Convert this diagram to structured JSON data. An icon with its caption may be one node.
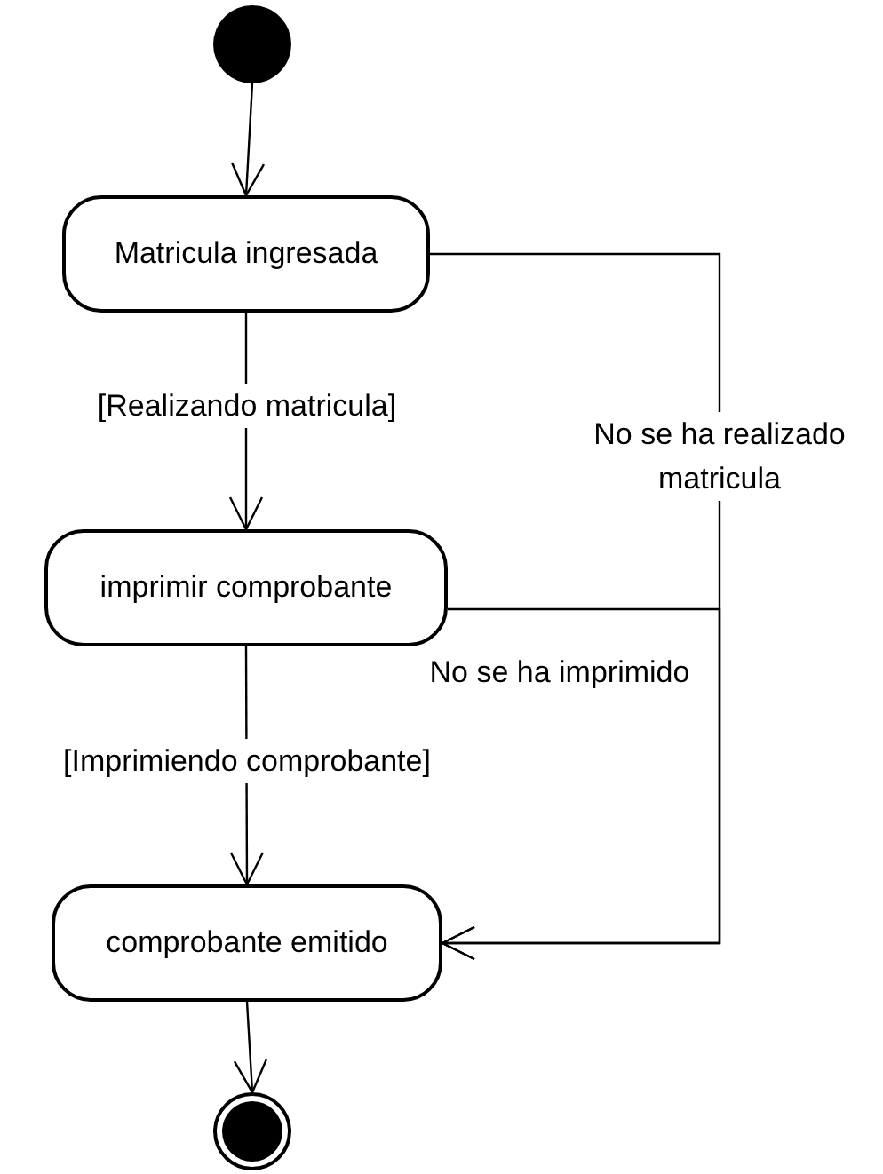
{
  "diagram": {
    "nodes": [
      {
        "text": [],
        "shape": "circle"
      },
      {
        "text": [
          "Matricula ingresada"
        ]
      },
      {
        "text": [
          "imprimir comprobante"
        ]
      },
      {
        "text": [
          "comprobante emitido"
        ]
      },
      {
        "text": [],
        "shape": "circle"
      }
    ],
    "edges": [
      {
        "from": 0,
        "to": 1,
        "arrow": "to"
      },
      {
        "from": 1,
        "to": 2,
        "arrow": "to",
        "label": "[Realizando matricula]"
      },
      {
        "from": 2,
        "to": 3,
        "arrow": "to",
        "label": "[Imprimiendo comprobante]"
      },
      {
        "from": 3,
        "to": 4,
        "arrow": "to"
      },
      {
        "from": 1,
        "to": 3,
        "arrow": "to",
        "label": "No se ha realizado matricula"
      },
      {
        "from": 2,
        "to": 3,
        "arrow": "to",
        "label": "No se ha imprimido"
      }
    ]
  }
}
